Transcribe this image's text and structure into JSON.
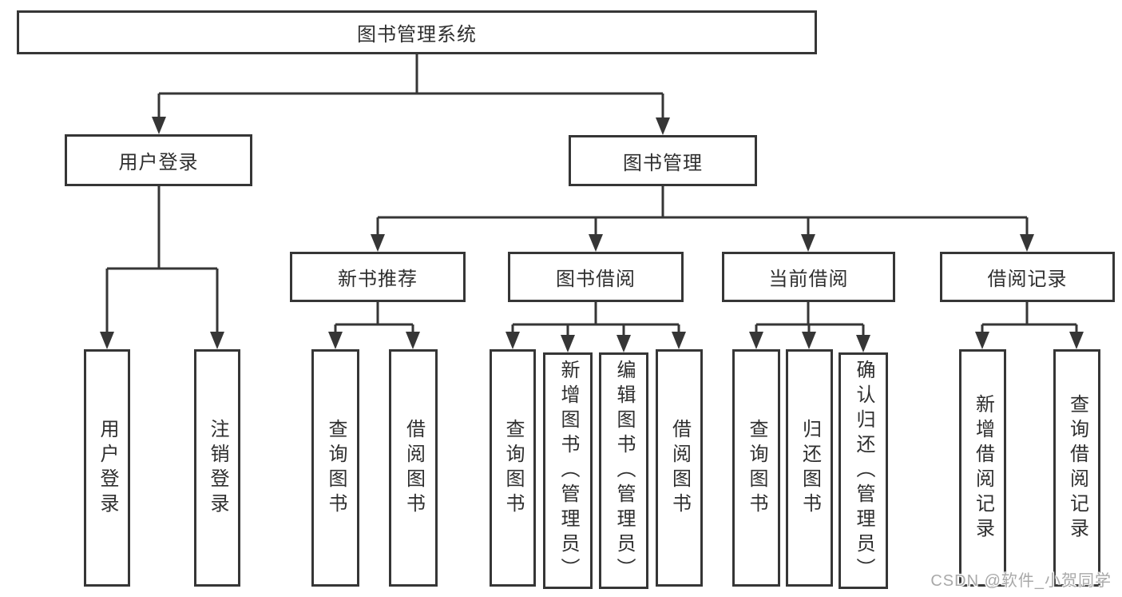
{
  "meta": {
    "title": "图书管理系统功能结构图",
    "background_color": "#ffffff",
    "line_color": "#363636",
    "text_color": "#2f2f2f",
    "watermark_color": "#a9a9a9"
  },
  "root": {
    "label": "图书管理系统"
  },
  "branches": [
    {
      "label": "用户登录"
    },
    {
      "label": "图书管理"
    }
  ],
  "modules": [
    {
      "label": "新书推荐",
      "parent": "图书管理"
    },
    {
      "label": "图书借阅",
      "parent": "图书管理"
    },
    {
      "label": "当前借阅",
      "parent": "图书管理"
    },
    {
      "label": "借阅记录",
      "parent": "图书管理"
    }
  ],
  "leaves": [
    {
      "label": "用户登录",
      "parent": "用户登录"
    },
    {
      "label": "注销登录",
      "parent": "用户登录"
    },
    {
      "label": "查询图书",
      "parent": "新书推荐"
    },
    {
      "label": "借阅图书",
      "parent": "新书推荐"
    },
    {
      "label": "查询图书",
      "parent": "图书借阅"
    },
    {
      "label": "新增图书（管理员）",
      "parent": "图书借阅"
    },
    {
      "label": "编辑图书（管理员）",
      "parent": "图书借阅"
    },
    {
      "label": "借阅图书",
      "parent": "图书借阅"
    },
    {
      "label": "查询图书",
      "parent": "当前借阅"
    },
    {
      "label": "归还图书",
      "parent": "当前借阅"
    },
    {
      "label": "确认归还（管理员）",
      "parent": "当前借阅"
    },
    {
      "label": "新增借阅记录",
      "parent": "借阅记录"
    },
    {
      "label": "查询借阅记录",
      "parent": "借阅记录"
    }
  ],
  "watermark": "CSDN @软件_小贺同学"
}
